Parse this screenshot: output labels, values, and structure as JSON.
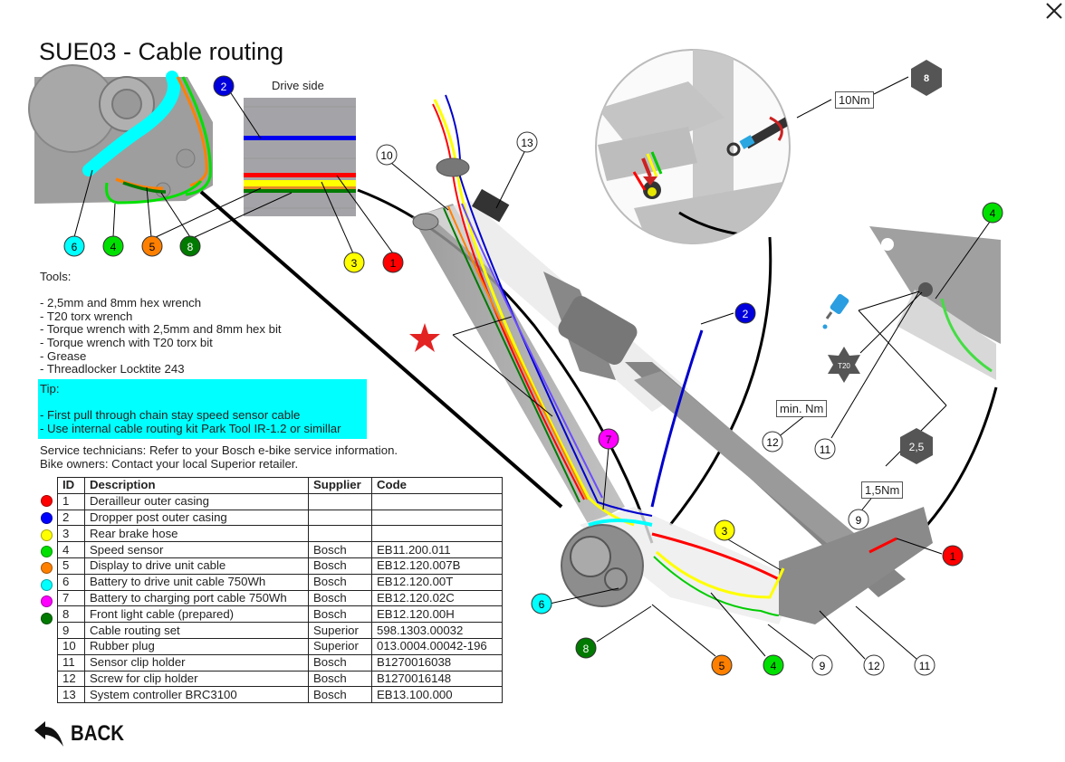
{
  "page": {
    "title": "SUE03 - Cable routing",
    "close_label": "×",
    "back_label": "BACK"
  },
  "diagram": {
    "drive_side_label": "Drive side",
    "torque_labels": {
      "pivot_axle": "10Nm",
      "clip_holder": "min. Nm",
      "cable_routing_screw": "1,5Nm"
    },
    "tool_badges": {
      "hex_8": "8",
      "hex_2_5": "2,5",
      "torx": "T20"
    },
    "icons": [
      "threadlocker-bottle-icon",
      "torx-icon",
      "hex-icon",
      "star-icon",
      "rotate-arrow-icon",
      "down-arrow-icon"
    ],
    "callouts": [
      {
        "id": "1",
        "color": "#ff0000"
      },
      {
        "id": "2",
        "color": "#0000dd"
      },
      {
        "id": "3",
        "color": "#ffff00"
      },
      {
        "id": "4",
        "color": "#00e000"
      },
      {
        "id": "5",
        "color": "#ff8000"
      },
      {
        "id": "6",
        "color": "#00ffff"
      },
      {
        "id": "7",
        "color": "#ff00ff"
      },
      {
        "id": "8",
        "color": "#007a00"
      },
      {
        "id": "9",
        "color": "#ffffff"
      },
      {
        "id": "10",
        "color": "#ffffff"
      },
      {
        "id": "11",
        "color": "#ffffff"
      },
      {
        "id": "12",
        "color": "#ffffff"
      },
      {
        "id": "13",
        "color": "#ffffff"
      }
    ]
  },
  "tools": {
    "heading": "Tools:",
    "items": [
      "- 2,5mm and 8mm hex wrench",
      "- T20 torx wrench",
      "- Torque wrench with 2,5mm and 8mm hex bit",
      "- Torque wrench with T20 torx bit",
      "- Grease",
      "- Threadlocker Locktite 243"
    ]
  },
  "tip": {
    "heading": "Tip:",
    "items": [
      "- First pull through chain stay speed sensor cable",
      "- Use internal cable routing kit Park Tool IR-1.2 or simillar"
    ],
    "background": "#00ffff"
  },
  "notes": [
    "Service technicians: Refer to your Bosch e-bike service information.",
    "Bike owners: Contact your local Superior retailer."
  ],
  "parts_table": {
    "headers": [
      "ID",
      "Description",
      "Supplier",
      "Code"
    ],
    "rows": [
      {
        "id": "1",
        "description": "Derailleur outer casing",
        "supplier": "",
        "code": "",
        "color": "#ff0000"
      },
      {
        "id": "2",
        "description": "Dropper post outer casing",
        "supplier": "",
        "code": "",
        "color": "#0000ff"
      },
      {
        "id": "3",
        "description": "Rear brake hose",
        "supplier": "",
        "code": "",
        "color": "#ffff00"
      },
      {
        "id": "4",
        "description": "Speed sensor",
        "supplier": "Bosch",
        "code": "EB11.200.011",
        "color": "#00e000"
      },
      {
        "id": "5",
        "description": "Display to drive unit cable",
        "supplier": "Bosch",
        "code": "EB12.120.007B",
        "color": "#ff8000"
      },
      {
        "id": "6",
        "description": "Battery to drive unit cable 750Wh",
        "supplier": "Bosch",
        "code": "EB12.120.00T",
        "color": "#00ffff"
      },
      {
        "id": "7",
        "description": "Battery to charging port cable 750Wh",
        "supplier": "Bosch",
        "code": "EB12.120.02C",
        "color": "#ff00ff"
      },
      {
        "id": "8",
        "description": "Front light cable (prepared)",
        "supplier": "Bosch",
        "code": "EB12.120.00H",
        "color": "#007a00"
      },
      {
        "id": "9",
        "description": "Cable routing set",
        "supplier": "Superior",
        "code": "598.1303.00032",
        "color": ""
      },
      {
        "id": "10",
        "description": "Rubber plug",
        "supplier": "Superior",
        "code": "013.0004.00042-196",
        "color": ""
      },
      {
        "id": "11",
        "description": "Sensor clip holder",
        "supplier": "Bosch",
        "code": "B1270016038",
        "color": ""
      },
      {
        "id": "12",
        "description": "Screw for clip holder",
        "supplier": "Bosch",
        "code": "B1270016148",
        "color": ""
      },
      {
        "id": "13",
        "description": "System controller BRC3100",
        "supplier": "Bosch",
        "code": "EB13.100.000",
        "color": ""
      }
    ]
  }
}
